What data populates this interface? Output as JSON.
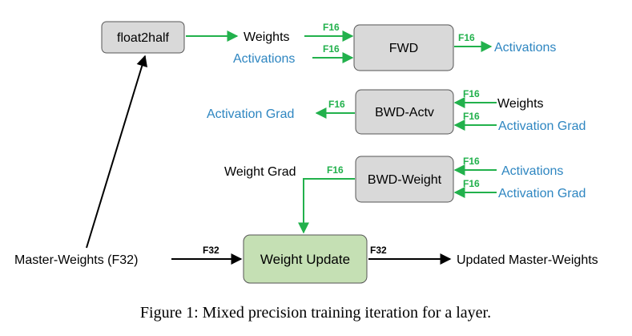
{
  "boxes": {
    "float2half": "float2half",
    "fwd": "FWD",
    "bwd_actv": "BWD-Actv",
    "bwd_weight": "BWD-Weight",
    "weight_update": "Weight Update"
  },
  "labels": {
    "weights_in": "Weights",
    "activations_in": "Activations",
    "activations_out": "Activations",
    "activation_grad_out": "Activation Grad",
    "weights_bwd": "Weights",
    "activation_grad_in_1": "Activation Grad",
    "weight_grad": "Weight Grad",
    "activations_bwd_w": "Activations",
    "activation_grad_in_2": "Activation Grad",
    "master_weights": "Master-Weights (F32)",
    "updated_master_weights": "Updated Master-Weights"
  },
  "tags": {
    "f16": "F16",
    "f32": "F32"
  },
  "caption": "Figure 1: Mixed precision training iteration for a layer.",
  "colors": {
    "green": "#22b14c",
    "blue": "#2e86c1",
    "gray_box": "#d9d9d9",
    "green_box": "#c5e0b4"
  }
}
